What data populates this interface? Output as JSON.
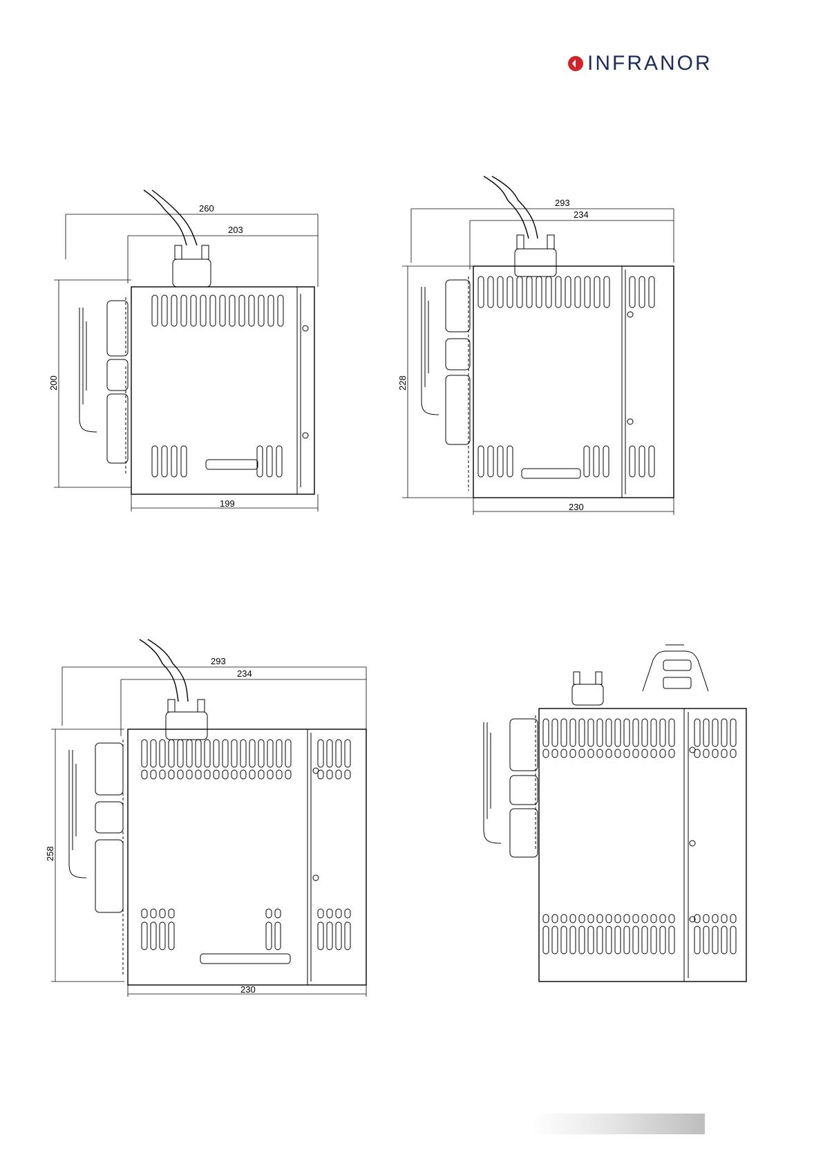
{
  "brand": {
    "name": "INFRANOR",
    "color": "#1f2b5c",
    "accent": "#d2232a"
  },
  "drawings": [
    {
      "id": "A",
      "dims": {
        "overall_depth": "260",
        "body_depth": "203",
        "height": "200",
        "base_width": "199"
      }
    },
    {
      "id": "B",
      "dims": {
        "overall_depth": "293",
        "body_depth": "234",
        "height": "228",
        "base_width": "230"
      }
    },
    {
      "id": "C",
      "dims": {
        "overall_depth": "293",
        "body_depth": "234",
        "height": "258",
        "base_width": "230"
      }
    },
    {
      "id": "D",
      "dims": {}
    }
  ]
}
